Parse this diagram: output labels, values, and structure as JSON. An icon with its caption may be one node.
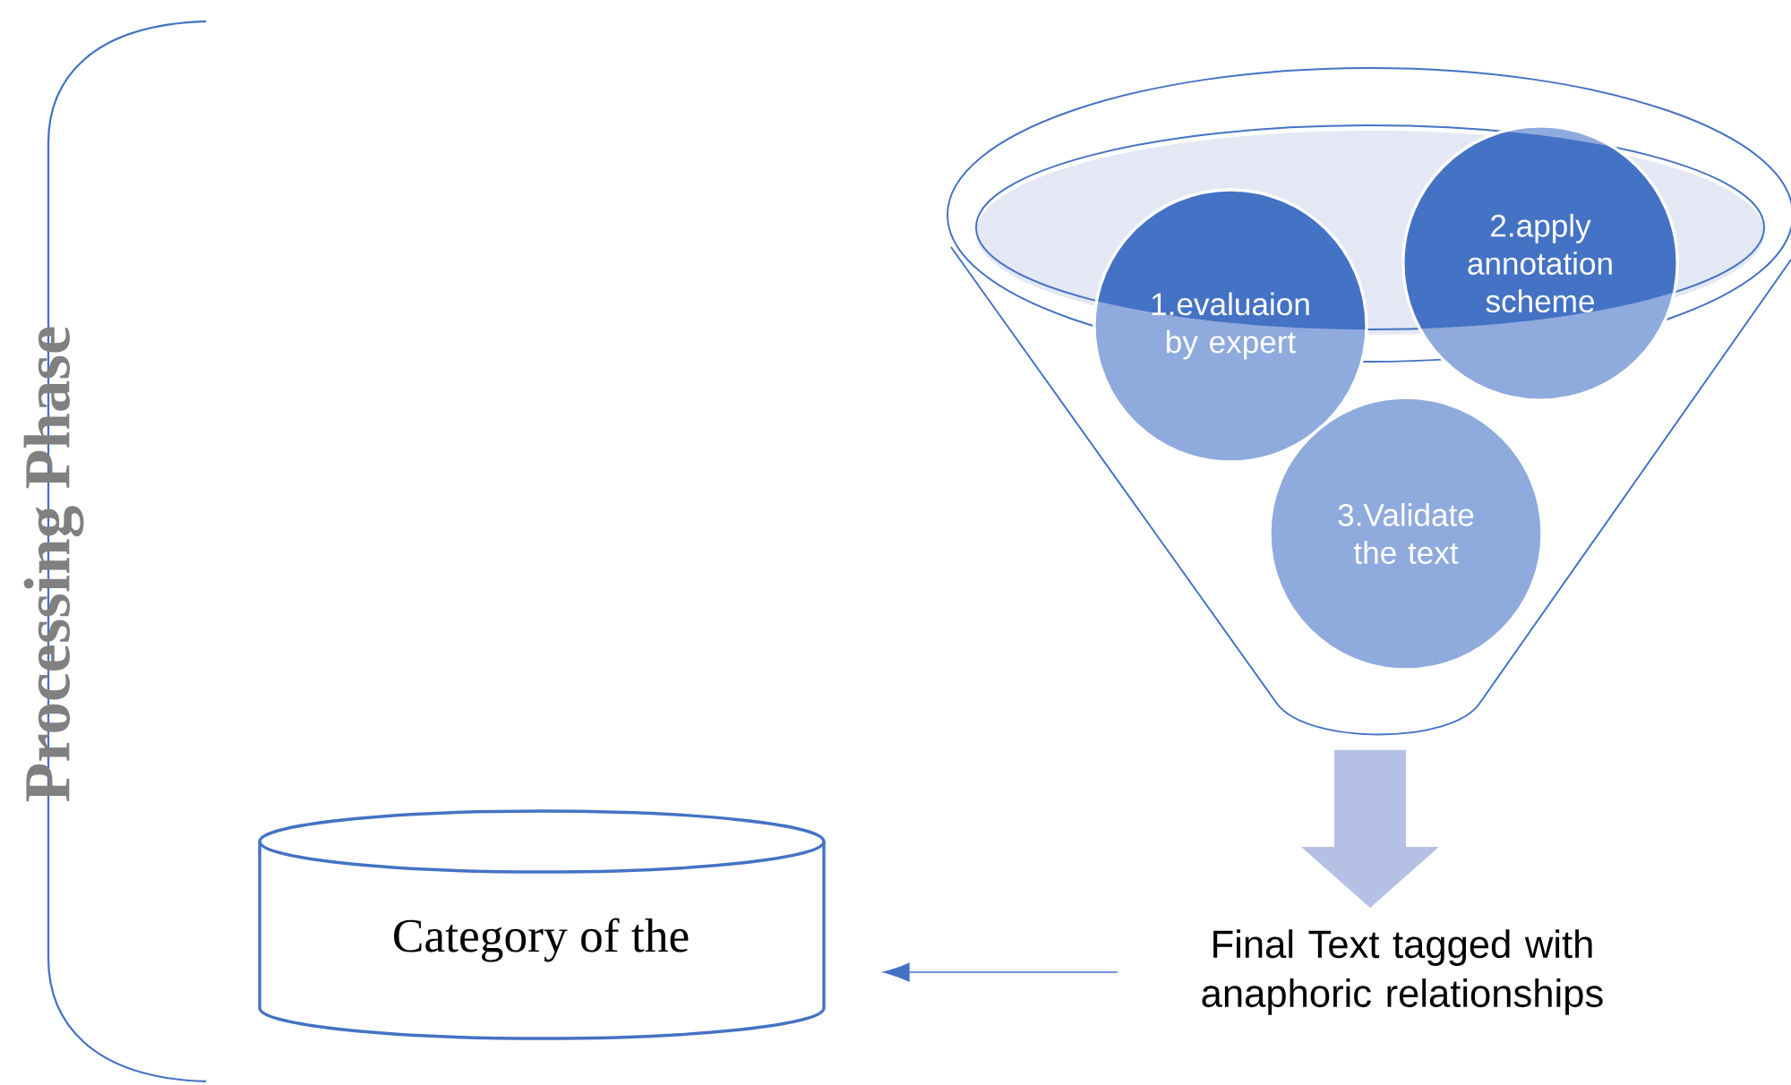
{
  "diagram": {
    "nodes": [
      {
        "text": [],
        "shape": "funnel"
      },
      {
        "text": [
          "1.evaluaion by expert"
        ],
        "in": 0
      },
      {
        "text": [
          "2.apply annotation scheme"
        ],
        "in": 0
      },
      {
        "text": [
          "3.Validate the text"
        ],
        "in": 0
      },
      {
        "text": [
          "Final Text tagged with anaphoric relationships"
        ]
      },
      {
        "text": [
          "Category of the"
        ]
      }
    ],
    "edges": [
      {
        "from": 0,
        "to": 4,
        "arrow": "to",
        "style": "thick",
        "color": "#b4c1e4"
      },
      {
        "from": 4,
        "to": 5,
        "arrow": "to",
        "color": "#4472c4"
      }
    ],
    "labels": [
      "Processing Phase"
    ]
  }
}
